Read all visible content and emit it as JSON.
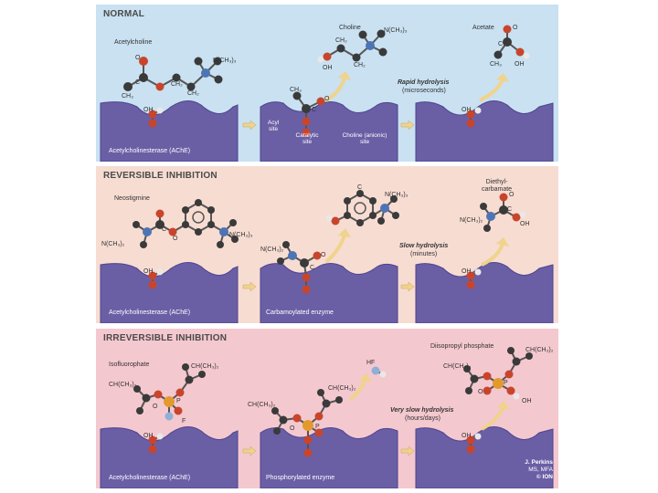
{
  "panels": [
    {
      "heading": "NORMAL",
      "enzyme_label": "Acetylcholinesterase (AChE)",
      "molecule_labels": {
        "acetylcholine": "Acetylcholine",
        "nch3": "N(CH₃)₃",
        "ch3": "CH₃",
        "o": "O",
        "ch2a": "CH₂",
        "ch2b": "CH₂",
        "c": "C"
      },
      "site_labels": {
        "acyl": "Acyl site",
        "catalytic": "Catalytic site",
        "choline": "Choline (anionic) site"
      },
      "intermediate_labels": {
        "ch3": "CH₃",
        "c": "C",
        "o": "O"
      },
      "product1": {
        "name": "Choline",
        "ch2a": "CH₂",
        "ch2b": "CH₂",
        "oh": "OH",
        "nch3": "N(CH₃)₃"
      },
      "product2": {
        "name": "Acetate",
        "c": "C",
        "o": "O",
        "ch3": "CH₃",
        "oh": "OH"
      },
      "rate_title": "Rapid hydrolysis",
      "rate_sub": "(microseconds)",
      "oh": "OH"
    },
    {
      "heading": "REVERSIBLE INHIBITION",
      "enzyme_label": "Acetylcholinesterase (AChE)",
      "enzyme_label_2": "Carbamoylated enzyme",
      "molecule_labels": {
        "neostigmine": "Neostigmine",
        "nch3a": "N(CH₃)₃",
        "nch3b": "N(CH₃)₂",
        "c": "C",
        "o": "O"
      },
      "intermediate_labels": {
        "nch3": "N(CH₃)₂",
        "c": "C",
        "o": "O"
      },
      "product1": {
        "nch3": "N(CH₃)₃",
        "c": "C"
      },
      "product2": {
        "name_line1": "Diethyl-",
        "name_line2": "carbamate",
        "nch3": "N(CH₃)₂",
        "c": "C",
        "o": "O",
        "oh": "OH"
      },
      "rate_title": "Slow hydrolysis",
      "rate_sub": "(minutes)",
      "oh": "OH"
    },
    {
      "heading": "IRREVERSIBLE INHIBITION",
      "enzyme_label": "Acetylcholinesterase (AChE)",
      "enzyme_label_2": "Phosphorylated enzyme",
      "molecule_labels": {
        "isofluorophate": "Isofluorophate",
        "ch_a": "CH(CH₃)₂",
        "ch_b": "CH(CH₃)₂",
        "p": "P",
        "o": "O",
        "f": "F"
      },
      "intermediate_labels": {
        "ch_a": "CH(CH₃)₂",
        "ch_b": "CH(CH₃)₂",
        "p": "P",
        "o": "O"
      },
      "product1": {
        "name": "HF"
      },
      "product2": {
        "name": "Diisopropyl phosphate",
        "ch_a": "CH(CH₃)₂",
        "ch_b": "CH(CH₃)₂",
        "p": "P",
        "o": "O",
        "oh": "OH"
      },
      "rate_title": "Very slow hydrolysis",
      "rate_sub": "(hours/days)",
      "oh": "OH"
    }
  ],
  "credit": {
    "name": "J. Perkins",
    "degrees": "MS, MFA",
    "logo": "© ION"
  },
  "colors": {
    "enzyme": "#6a5fa5",
    "enzyme_edge": "#4d4390",
    "carbon": "#3a3a3a",
    "oxygen": "#c8452c",
    "nitrogen": "#4d74b4",
    "phosphorus": "#e39a2c",
    "fluorine": "#8fb0d6",
    "arrow": "#f0d38c"
  }
}
